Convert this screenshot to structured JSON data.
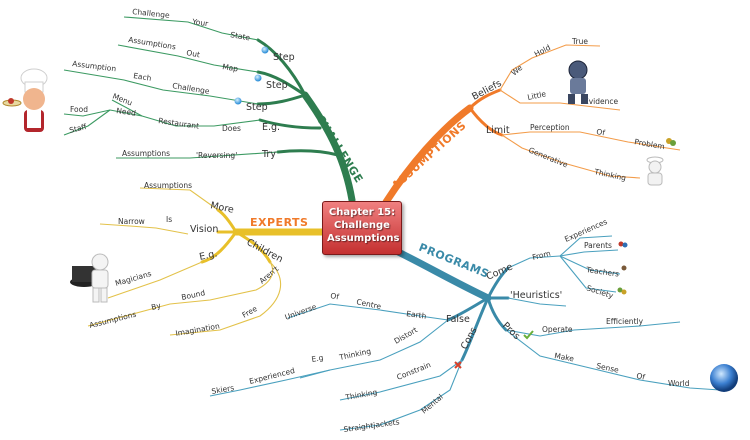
{
  "center": {
    "title": "Chapter 15: Challenge Assumptions"
  },
  "branches": {
    "challenge": {
      "label": "CHALLENGE",
      "color": "#2e7d4f",
      "steps": [
        {
          "label": "Step",
          "path": [
            "Challenge",
            "Your",
            "State"
          ]
        },
        {
          "label": "Step",
          "path": [
            "Assumptions",
            "Out",
            "Map"
          ]
        },
        {
          "label": "Step",
          "path": [
            "Assumption",
            "Each",
            "Challenge"
          ]
        }
      ],
      "eg": {
        "label": "E.g.",
        "does": "Does",
        "restaurant": "Restaurant",
        "need": "Need",
        "menu": "Menu",
        "food": "Food",
        "staff": "Staff"
      },
      "try": {
        "label": "Try",
        "reversing": "'Reversing'",
        "assumptions": "Assumptions"
      }
    },
    "assumptions": {
      "label": "ASSUMPTIONS",
      "color": "#f07a2a",
      "beliefs": {
        "label": "Beliefs",
        "we": "We",
        "hold": "Hold",
        "true": "True",
        "little": "Little",
        "evidence": "Evidence"
      },
      "limit": {
        "label": "Limit",
        "perception": "Perception",
        "of": "Of",
        "problem": "Problem",
        "generative": "Generative",
        "thinking": "Thinking"
      }
    },
    "programs": {
      "label": "PROGRAMS",
      "color": "#3a8aa8",
      "come": {
        "label": "Come",
        "from": "From",
        "experiences": "Experiences",
        "parents": "Parents",
        "teachers": "Teachers",
        "society": "Society"
      },
      "heuristics": "'Heuristics'",
      "pros": {
        "label": "Pros",
        "operate": "Operate",
        "efficiently": "Efficiently",
        "make": "Make",
        "sense": "Sense",
        "of": "Of",
        "world": "World"
      },
      "false": {
        "label": "False",
        "earth": "Earth",
        "centre": "Centre",
        "of": "Of",
        "universe": "Universe",
        "distort": "Distort",
        "thinking": "Thinking",
        "eg": "E.g",
        "experienced": "Experienced",
        "skiers": "Skiers"
      },
      "cons": {
        "label": "Cons",
        "constrain": "Constrain",
        "thinking": "Thinking",
        "mental": "Mental",
        "straightjackets": "Straightjackets"
      }
    },
    "experts": {
      "label": "EXPERTS",
      "color": "#e8c02a",
      "more": {
        "label": "More",
        "assumptions": "Assumptions"
      },
      "vision": {
        "label": "Vision",
        "is": "Is",
        "narrow": "Narrow"
      },
      "eg": {
        "label": "E.g.",
        "magicians": "Magicians"
      },
      "children": {
        "label": "Children",
        "arent": "Aren't",
        "bound": "Bound",
        "by": "By",
        "assumptions": "Assumptions",
        "free": "Free",
        "imagination": "Imagination"
      }
    }
  }
}
